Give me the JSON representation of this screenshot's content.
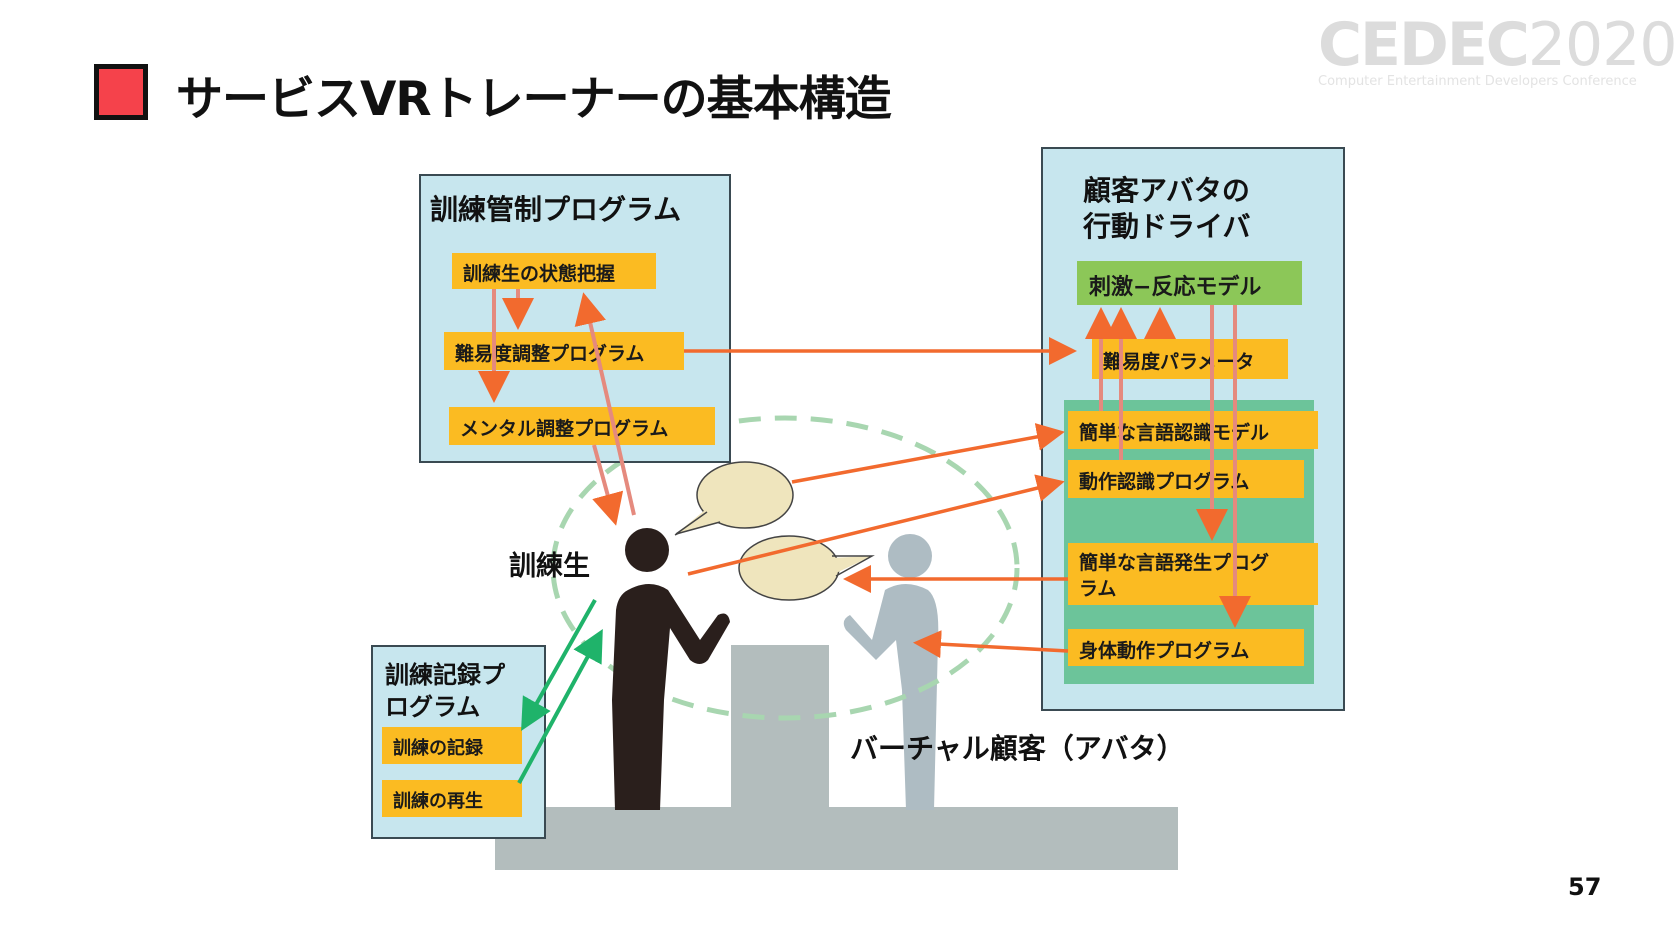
{
  "slide": {
    "title": "サービスVRトレーナーの基本構造",
    "page_number": "57",
    "logo": {
      "main": "CEDEC",
      "year": "2020",
      "subtitle": "Computer Entertainment Developers Conference"
    }
  },
  "colors": {
    "title_marker": "#f5424b",
    "panel_bg": "#c7e6ee",
    "box_yellow": "#fbbb22",
    "box_green": "#8cc758",
    "teal_block": "#6cc49a",
    "arrow_orange": "#f26a2e",
    "arrow_pink": "#e58a7e",
    "arrow_green": "#1fb36a",
    "dashed_circle": "#a8d6b0",
    "trainee_figure": "#2a1f1c",
    "avatar_figure": "#aebcc3",
    "floor": "#b3bdbd",
    "speech_bubble": "#efe5bd"
  },
  "control_program": {
    "title": "訓練管制プログラム",
    "items": [
      "訓練生の状態把握",
      "難易度調整プログラム",
      "メンタル調整プログラム"
    ]
  },
  "avatar_driver": {
    "title_line1": "顧客アバタの",
    "title_line2": "行動ドライバ",
    "stimulus_model": "刺激−反応モデル",
    "difficulty_param": "難易度パラメータ",
    "modules": [
      "簡単な言語認識モデル",
      "動作認識プログラム",
      "簡単な言語発生プログ",
      "身体動作プログラム"
    ],
    "module_speech_line2": "ラム"
  },
  "record_program": {
    "title_line1": "訓練記録プ",
    "title_line2": "ログラム",
    "items": [
      "訓練の記録",
      "訓練の再生"
    ]
  },
  "scene": {
    "trainee_label": "訓練生",
    "avatar_label": "バーチャル顧客（アバタ）"
  }
}
